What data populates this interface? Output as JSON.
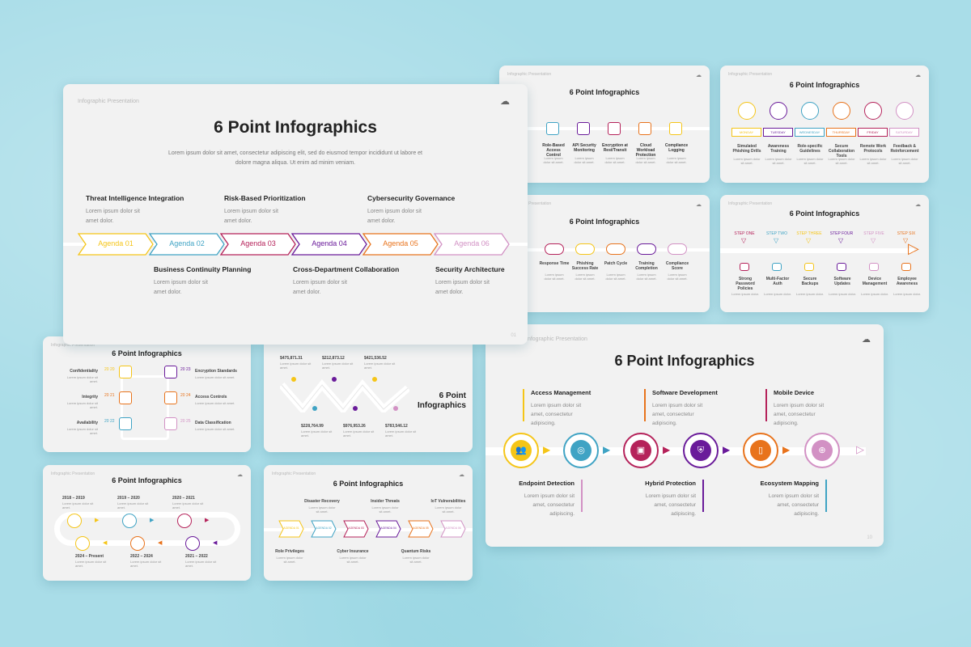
{
  "colors": {
    "background": "#a9dde8",
    "yellow": "#f5c518",
    "teal": "#3fa3c4",
    "magenta": "#b5225a",
    "purple": "#6a1b9a",
    "orange": "#e8731c",
    "pink": "#d291c4"
  },
  "main": {
    "header": "Infographic Presentation",
    "title": "6 Point Infographics",
    "subtitle": "Lorem ipsum dolor sit amet, consectetur adipiscing elit, sed do eiusmod tempor incididunt ut labore et dolore magna aliqua. Ut enim ad minim veniam.",
    "agenda": [
      "Agenda 01",
      "Agenda 02",
      "Agenda 03",
      "Agenda 04",
      "Agenda 05",
      "Agenda 06"
    ],
    "agenda_colors": [
      "#f5c518",
      "#3fa3c4",
      "#b5225a",
      "#6a1b9a",
      "#e8731c",
      "#d291c4"
    ],
    "top_topics": [
      "Threat Intelligence Integration",
      "Risk-Based Prioritization",
      "Cybersecurity Governance"
    ],
    "bottom_topics": [
      "Business Continuity Planning",
      "Cross-Department Collaboration",
      "Security Architecture"
    ],
    "topic_desc": "Lorem ipsum dolor sit amet dolor.",
    "page": "01"
  },
  "big": {
    "header": "Infographic Presentation",
    "title": "6 Point Infographics",
    "top_items": [
      "Access Management",
      "Software Development",
      "Mobile Device"
    ],
    "bottom_items": [
      "Endpoint Detection",
      "Hybrid Protection",
      "Ecosystem Mapping"
    ],
    "desc": "Lorem ipsum dolor sit amet, consectetur adipiscing.",
    "icons": [
      "users-icon",
      "cursor-target-icon",
      "safe-icon",
      "shield-icon",
      "mobile-lock-icon",
      "globe-icon"
    ],
    "icon_glyphs": [
      "👥",
      "◎",
      "▣",
      "⛨",
      "▯",
      "⊕"
    ],
    "page": "10"
  },
  "thumbs": {
    "title": "6 Point Infographics",
    "header": "Infographic Presentation",
    "t1": [
      "Role-Based Access Control",
      "API Security Monitoring",
      "Encryption at Rest/Transit",
      "Cloud Workload Protection",
      "Compliance Logging"
    ],
    "t2_days": [
      "MONDAY",
      "TUESDAY",
      "WEDNESDAY",
      "THURSDAY",
      "FRIDAY",
      "SATURDAY"
    ],
    "t2": [
      "Simulated Phishing Drills",
      "Awareness Training",
      "Role-specific Guidelines",
      "Secure Collaboration Tools",
      "Remote Work Protocols",
      "Feedback & Reinforcement"
    ],
    "t3": [
      "Response Time",
      "Phishing Success Rate",
      "Patch Cycle",
      "Training Completion",
      "Compliance Score"
    ],
    "t4_steps": [
      "STEP ONE",
      "STEP TWO",
      "STEP THREE",
      "STEP FOUR",
      "STEP FIVE",
      "STEP SIX"
    ],
    "t4": [
      "Strong Password Policies",
      "Multi-Factor Auth",
      "Secure Backups",
      "Software Updates",
      "Device Management",
      "Employee Awareness"
    ],
    "t5_left": [
      "Confidentiality",
      "Integrity",
      "Availability"
    ],
    "t5_right": [
      "Encryption Standards",
      "Access Controls",
      "Data Classification"
    ],
    "t5_years": [
      "20 20",
      "20 21",
      "20 22",
      "20 23",
      "20 24",
      "20 25"
    ],
    "t6_values_top": [
      "$475,871.31",
      "$212,873.12",
      "$421,536.52"
    ],
    "t6_values_bottom": [
      "$228,764.99",
      "$976,953.26",
      "$783,546.12"
    ],
    "t6_title": "6 Point Infographics",
    "t7_years_top": [
      "2018 – 2019",
      "2019 – 2020",
      "2020 – 2021"
    ],
    "t7_years_bottom": [
      "2024 – Present",
      "2022 – 2024",
      "2021 – 2022"
    ],
    "t8_top": [
      "Disaster Recovery",
      "Insider Threats",
      "IoT Vulnerabilities"
    ],
    "t8_bottom": [
      "Role Privileges",
      "Cyber Insurance",
      "Quantum Risks"
    ],
    "t8_agenda": [
      "AGENDA 01",
      "AGENDA 02",
      "AGENDA 03",
      "AGENDA 04",
      "AGENDA 05",
      "AGENDA 06"
    ],
    "desc": "Lorem ipsum dolor sit amet, consectetur adipiscing."
  }
}
